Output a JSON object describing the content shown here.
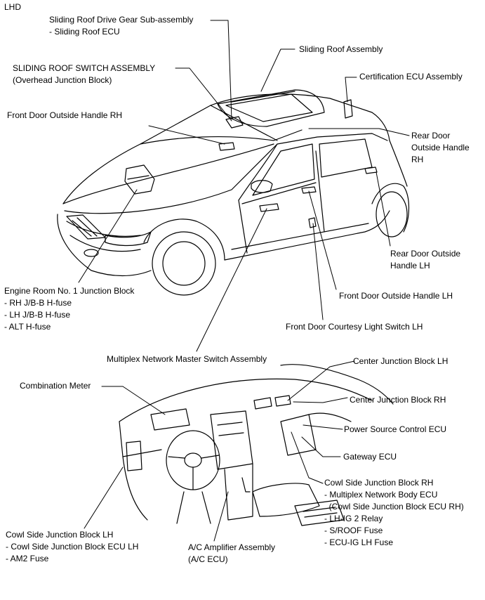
{
  "corner_label": "LHD",
  "labels": {
    "gear": [
      "Sliding Roof Drive Gear Sub-assembly",
      "- Sliding Roof ECU"
    ],
    "sliding_roof_assembly": [
      "Sliding Roof Assembly"
    ],
    "roof_switch": [
      "SLIDING ROOF SWITCH ASSEMBLY",
      "(Overhead Junction Block)"
    ],
    "certification_ecu": [
      "Certification ECU Assembly"
    ],
    "front_door_handle_rh": [
      "Front Door Outside Handle RH"
    ],
    "rear_door_handle_rh": [
      "Rear Door",
      "Outside  Handle",
      "RH"
    ],
    "rear_door_handle_lh": [
      "Rear Door Outside",
      "Handle LH"
    ],
    "engine_room_jb": [
      "Engine Room No. 1 Junction Block",
      "- RH J/B-B H-fuse",
      "- LH J/B-B H-fuse",
      "- ALT H-fuse"
    ],
    "front_door_handle_lh": [
      "Front Door Outside Handle LH"
    ],
    "courtesy_switch": [
      "Front Door Courtesy Light Switch LH"
    ],
    "master_switch": [
      "Multiplex Network Master Switch Assembly"
    ],
    "center_jb_lh": [
      "Center Junction Block LH"
    ],
    "combination_meter": [
      "Combination Meter"
    ],
    "center_jb_rh": [
      "Center Junction Block RH"
    ],
    "power_source_ecu": [
      "Power Source Control ECU"
    ],
    "gateway_ecu": [
      "Gateway ECU"
    ],
    "cowl_rh": [
      "Cowl Side Junction Block RH",
      "- Multiplex Network Body ECU",
      "  (Cowl Side Junction Block ECU RH)",
      "- LH-IG 2 Relay",
      "- S/ROOF Fuse",
      "- ECU-IG LH Fuse"
    ],
    "cowl_lh": [
      "Cowl Side Junction Block LH",
      "- Cowl Side Junction Block ECU LH",
      "- AM2 Fuse"
    ],
    "ac_amplifier": [
      "A/C Amplifier Assembly",
      "(A/C ECU)"
    ]
  }
}
